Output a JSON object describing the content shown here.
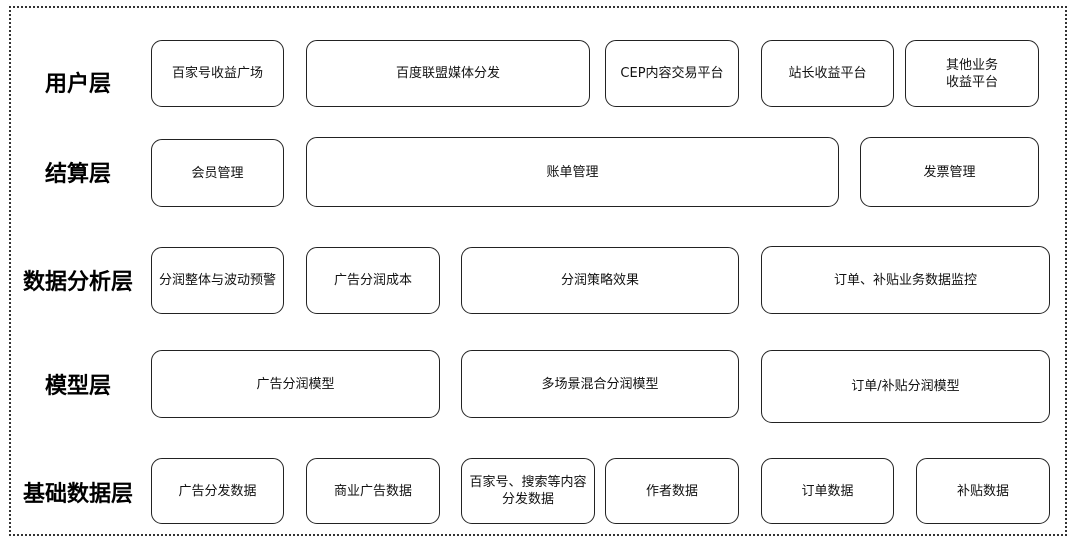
{
  "layers": [
    {
      "label": "用户层",
      "boxes": [
        "百家号收益广场",
        "百度联盟媒体分发",
        "CEP内容交易平台",
        "站长收益平台",
        "其他业务\n收益平台"
      ]
    },
    {
      "label": "结算层",
      "boxes": [
        "会员管理",
        "账单管理",
        "发票管理"
      ]
    },
    {
      "label": "数据分析层",
      "boxes": [
        "分润整体与波动预警",
        "广告分润成本",
        "分润策略效果",
        "订单、补贴业务数据监控"
      ]
    },
    {
      "label": "模型层",
      "boxes": [
        "广告分润模型",
        "多场景混合分润模型",
        "订单/补贴分润模型"
      ]
    },
    {
      "label": "基础数据层",
      "boxes": [
        "广告分发数据",
        "商业广告数据",
        "百家号、搜索等内容\n分发数据",
        "作者数据",
        "订单数据",
        "补贴数据"
      ]
    }
  ]
}
